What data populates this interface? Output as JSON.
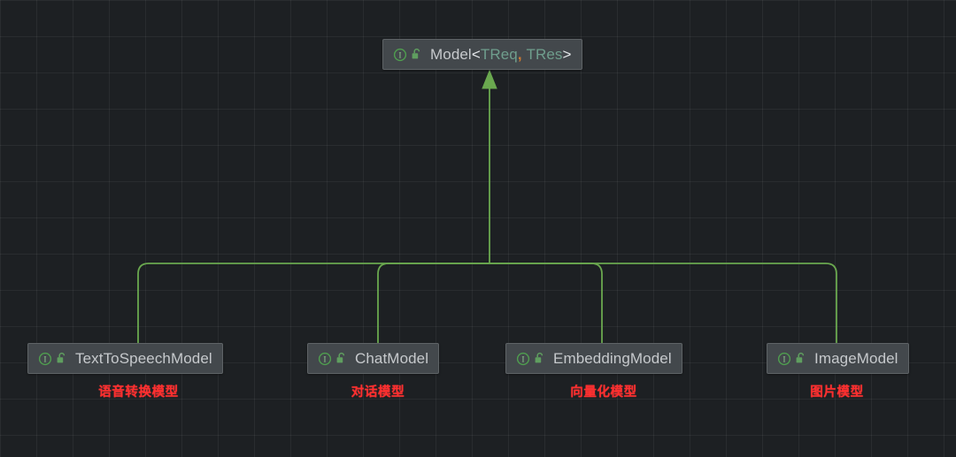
{
  "diagram": {
    "type": "uml-class-hierarchy",
    "background_color": "#1d2023",
    "grid_color": "#2b2f33",
    "edge_color": "#6aa84f",
    "node_fill": "#43484c",
    "node_border": "#5e6366",
    "note_color": "#ff2f2f",
    "root": {
      "id": "model",
      "name": "root-node-model",
      "icon_interface": "interface-icon",
      "icon_lock": "unlocked-padlock-icon",
      "label_base": "Model",
      "generic_open": "<",
      "generic_params": [
        "TReq",
        "TRes"
      ],
      "generic_separator": ",",
      "generic_close": ">",
      "full_label": "Model<TReq, TRes>"
    },
    "children": [
      {
        "id": "text-to-speech-model",
        "label": "TextToSpeechModel",
        "note": "语音转换模型",
        "icon_interface": "interface-icon",
        "icon_lock": "unlocked-padlock-icon"
      },
      {
        "id": "chat-model",
        "label": "ChatModel",
        "note": "对话模型",
        "icon_interface": "interface-icon",
        "icon_lock": "unlocked-padlock-icon"
      },
      {
        "id": "embedding-model",
        "label": "EmbeddingModel",
        "note": "向量化模型",
        "icon_interface": "interface-icon",
        "icon_lock": "unlocked-padlock-icon"
      },
      {
        "id": "image-model",
        "label": "ImageModel",
        "note": "图片模型",
        "icon_interface": "interface-icon",
        "icon_lock": "unlocked-padlock-icon"
      }
    ]
  }
}
